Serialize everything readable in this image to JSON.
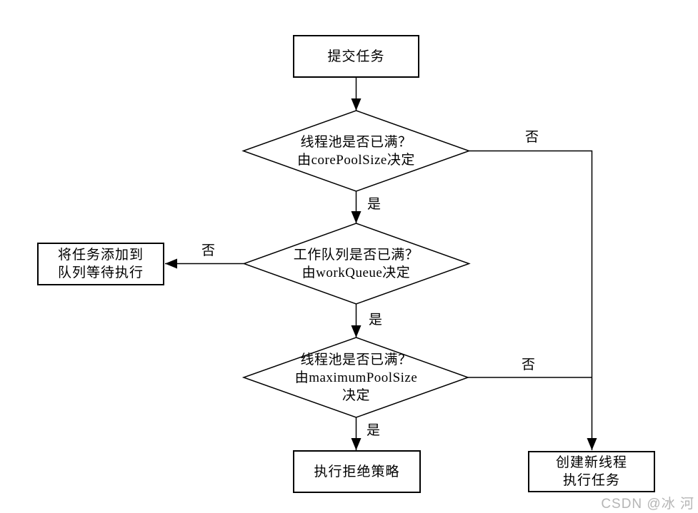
{
  "nodes": {
    "submit_task": {
      "label": "提交任务"
    },
    "decision_core_pool": {
      "lines": [
        "线程池是否已满？",
        "由corePoolSize决定"
      ]
    },
    "decision_work_queue": {
      "lines": [
        "工作队列是否已满？",
        "由workQueue决定"
      ]
    },
    "decision_max_pool": {
      "lines": [
        "线程池是否已满？",
        "由maximumPoolSize",
        "决定"
      ]
    },
    "add_to_queue": {
      "lines": [
        "将任务添加到",
        "队列等待执行"
      ]
    },
    "reject_policy": {
      "label": "执行拒绝策略"
    },
    "create_new_thread": {
      "lines": [
        "创建新线程",
        "执行任务"
      ]
    }
  },
  "edge_labels": {
    "core_pool_yes": "是",
    "core_pool_no": "否",
    "work_queue_yes": "是",
    "work_queue_no": "否",
    "max_pool_yes": "是",
    "max_pool_no": "否"
  },
  "watermark": "CSDN @冰 河",
  "colors": {
    "line": "#000000",
    "text": "#000000",
    "node_fill": "#ffffff",
    "watermark": "#b5b5b5",
    "background": "#ffffff"
  }
}
